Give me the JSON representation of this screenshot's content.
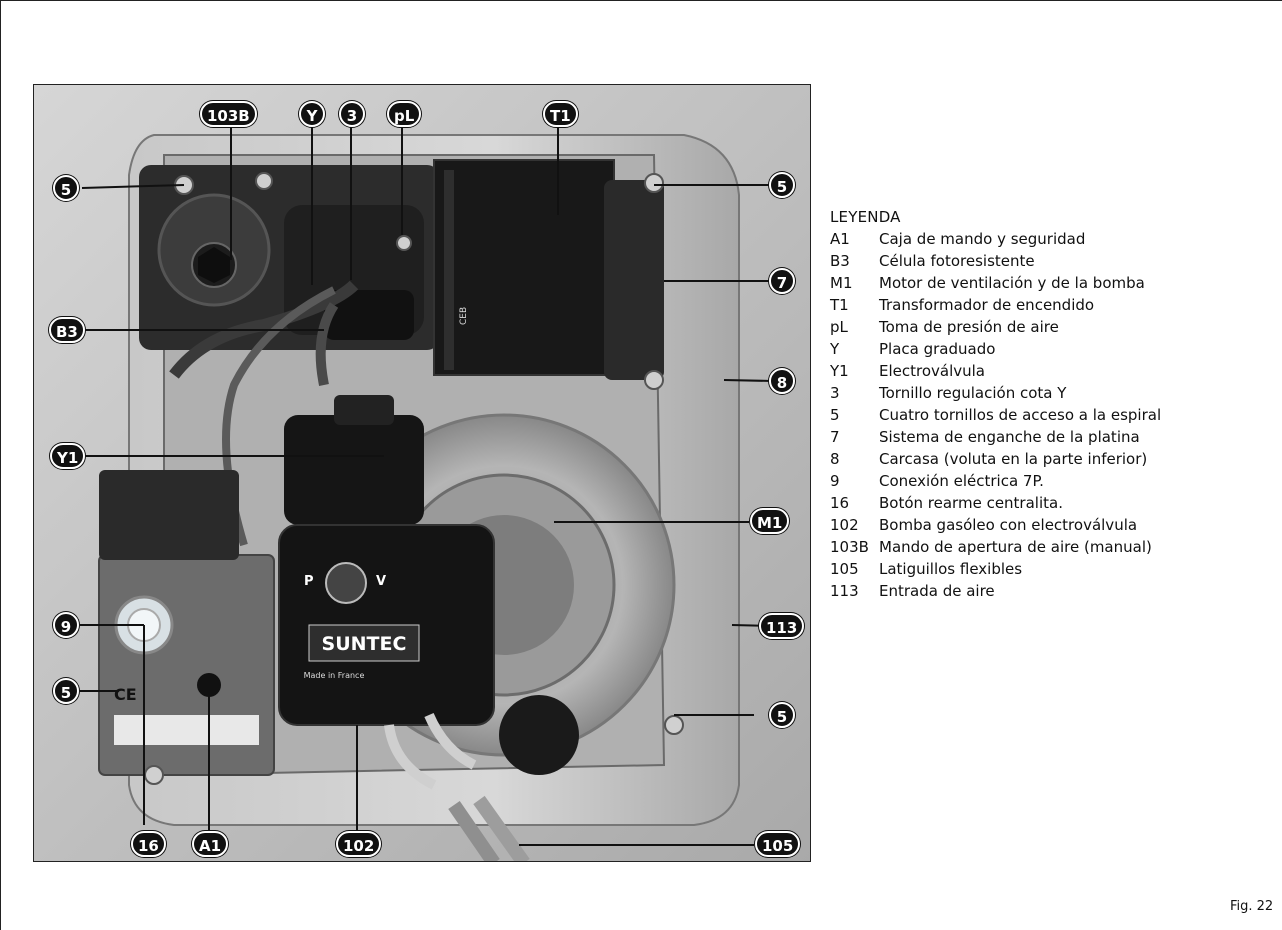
{
  "figure": {
    "callouts": {
      "c103b": "103B",
      "cy": "Y",
      "c3": "3",
      "cpl": "pL",
      "ct1": "T1",
      "c5a": "5",
      "c5b": "5",
      "cb3": "B3",
      "c7": "7",
      "c8": "8",
      "cy1": "Y1",
      "cm1": "M1",
      "c9": "9",
      "c113": "113",
      "c5c": "5",
      "c5d": "5",
      "c16": "16",
      "ca1": "A1",
      "c102": "102",
      "c105": "105"
    },
    "photo_text": {
      "brand": "SUNTEC",
      "made_in": "Made in France",
      "p_mark": "P",
      "v_mark": "V",
      "ce_mark": "CE",
      "ceb": "CEB"
    },
    "fig_label": "Fig. 22"
  },
  "legend": {
    "title": "LEYENDA",
    "items": [
      {
        "code": "A1",
        "desc": "Caja de mando y seguridad"
      },
      {
        "code": "B3",
        "desc": "Célula fotoresistente"
      },
      {
        "code": "M1",
        "desc": "Motor de ventilación y de la bomba"
      },
      {
        "code": "T1",
        "desc": "Transformador de encendido"
      },
      {
        "code": "pL",
        "desc": "Toma de presión de aire"
      },
      {
        "code": "Y",
        "desc": "Placa graduado"
      },
      {
        "code": "Y1",
        "desc": "Electroválvula"
      },
      {
        "code": "3",
        "desc": "Tornillo regulación cota Y"
      },
      {
        "code": "5",
        "desc": "Cuatro tornillos de acceso a la espiral"
      },
      {
        "code": "7",
        "desc": "Sistema de enganche de la platina"
      },
      {
        "code": "8",
        "desc": "Carcasa (voluta en la parte inferior)"
      },
      {
        "code": "9",
        "desc": "Conexión eléctrica 7P."
      },
      {
        "code": "16",
        "desc": "Botón rearme centralita."
      },
      {
        "code": "102",
        "desc": "Bomba gasóleo con electroválvula"
      },
      {
        "code": "103B",
        "desc": "Mando de apertura de aire (manual)"
      },
      {
        "code": "105",
        "desc": "Latiguillos flexibles"
      },
      {
        "code": "113",
        "desc": "Entrada de aire"
      }
    ]
  }
}
